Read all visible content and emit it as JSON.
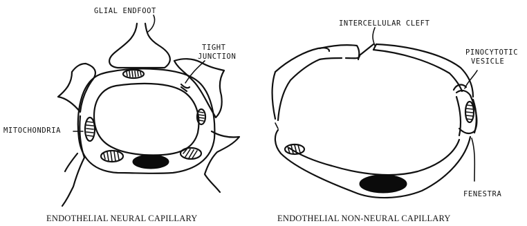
{
  "labels": {
    "glial_endfoot": "GLIAL ENDFOOT",
    "tight_junction_1": "TIGHT",
    "tight_junction_2": "JUNCTION",
    "mitochondria": "MITOCHONDRIA",
    "intercellular_cleft": "INTERCELLULAR CLEFT",
    "pinocytotic_1": "PINOCYTOTIC",
    "pinocytotic_2": "VESICLE",
    "fenestra": "FENESTRA"
  },
  "captions": {
    "left": "ENDOTHELIAL NEURAL CAPILLARY",
    "right": "ENDOTHELIAL NON-NEURAL CAPILLARY"
  }
}
